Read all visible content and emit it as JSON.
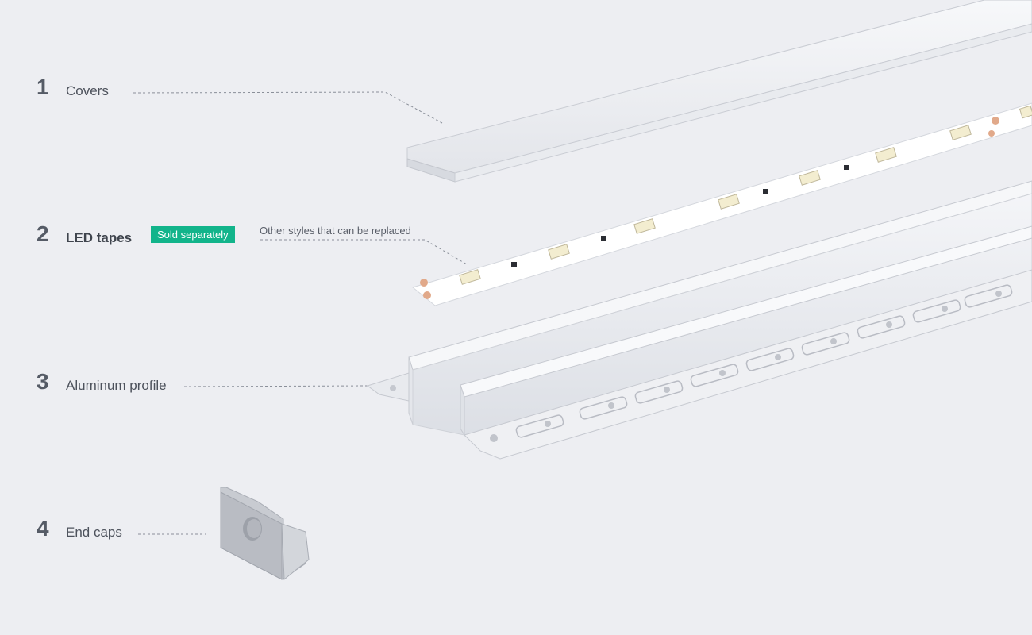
{
  "parts": [
    {
      "number": "1",
      "label": "Covers"
    },
    {
      "number": "2",
      "label": "LED tapes",
      "badge": "Sold separately",
      "note": "Other styles that can be replaced"
    },
    {
      "number": "3",
      "label": "Aluminum profile"
    },
    {
      "number": "4",
      "label": "End caps"
    }
  ],
  "colors": {
    "background": "#edeef2",
    "badge": "#12b48b",
    "leader_line": "#8a8f99",
    "text": "#4d525c"
  }
}
